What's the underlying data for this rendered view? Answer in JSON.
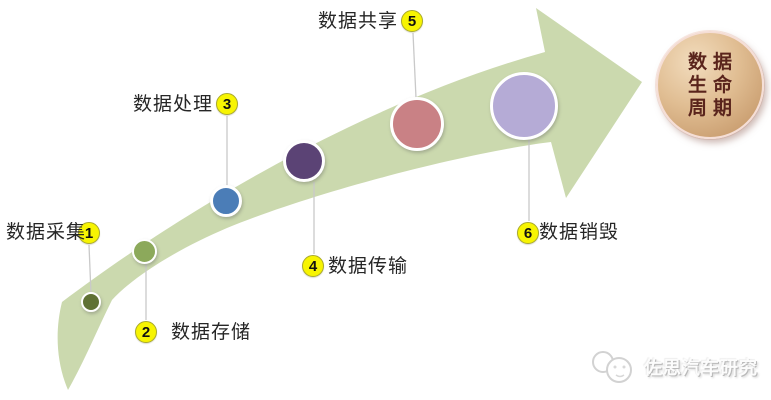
{
  "colors": {
    "arrow_band": "#cbd9ae",
    "connector_line": "#c9c9c9",
    "badge_background": "#f7f402",
    "badge_border": "#a9a92b"
  },
  "stages": [
    {
      "number": "1",
      "label": "数据采集",
      "color": "#5f7134"
    },
    {
      "number": "2",
      "label": "数据存储",
      "color": "#8ca95b"
    },
    {
      "number": "3",
      "label": "数据处理",
      "color": "#4b7db7"
    },
    {
      "number": "4",
      "label": "数据传输",
      "color": "#5b4375"
    },
    {
      "number": "5",
      "label": "数据共享",
      "color": "#c98185"
    },
    {
      "number": "6",
      "label": "数据销毁",
      "color": "#b5abd6"
    }
  ],
  "end_circle": {
    "line1": "数据",
    "line2": "生命",
    "line3": "周期"
  },
  "watermark": {
    "text": "佐思汽车研究"
  }
}
